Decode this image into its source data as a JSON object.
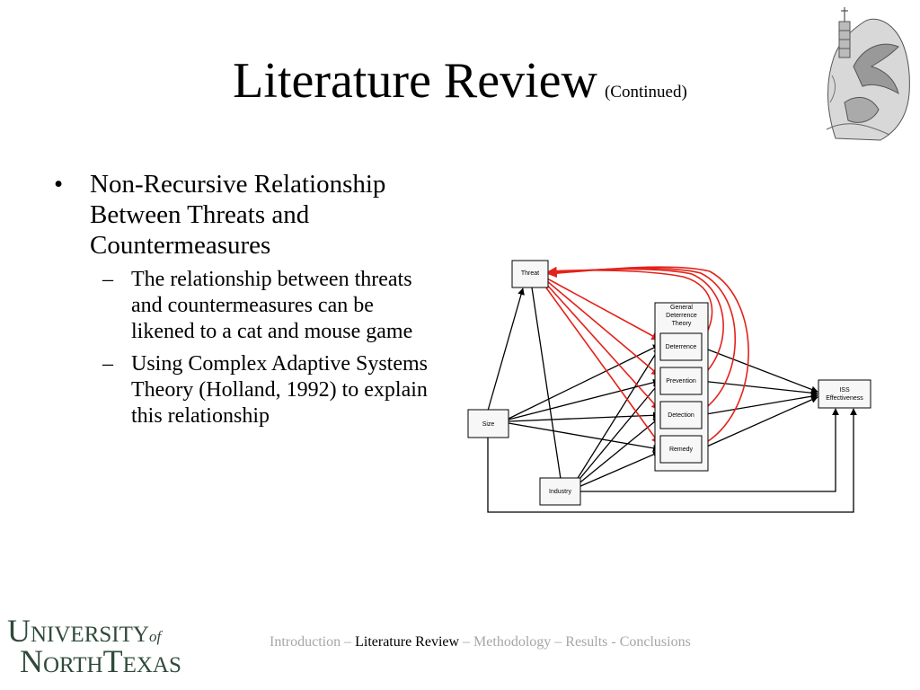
{
  "title": {
    "main": "Literature Review",
    "sub": "(Continued)"
  },
  "bullets": {
    "main": "Non-Recursive Relationship Between Threats and Countermeasures",
    "sub": [
      "The relationship between threats and countermeasures can be likened to a cat and mouse game",
      "Using Complex Adaptive Systems Theory (Holland, 1992) to explain this relationship"
    ]
  },
  "diagram": {
    "nodes": {
      "threat": "Threat",
      "gdt_line1": "General",
      "gdt_line2": "Deterrence",
      "gdt_line3": "Theory",
      "deterrence": "Deterrence",
      "prevention": "Prevention",
      "detection": "Detection",
      "remedy": "Remedy",
      "size": "Size",
      "industry": "Industry",
      "iss_line1": "ISS",
      "iss_line2": "Effectiveness"
    },
    "colors": {
      "feedback": "#e3221b",
      "edge": "#000000"
    }
  },
  "logo": {
    "u": "U",
    "niversity": "NIVERSITY",
    "of": "of",
    "n": "N",
    "orth": "ORTH",
    "t": "T",
    "exas": "EXAS"
  },
  "footer": {
    "items": [
      "Introduction –",
      "Literature Review",
      "– Methodology – Results - Conclusions"
    ]
  }
}
